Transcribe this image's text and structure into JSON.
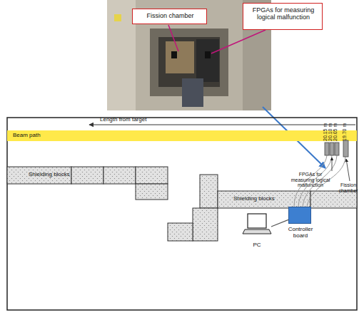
{
  "diagram": {
    "nodes": [
      {
        "text": [
          "Fission chamber"
        ]
      },
      {
        "text": [
          "FPGAs for measuring logical malfunction"
        ]
      },
      {
        "text": [
          "Beam path"
        ]
      },
      {
        "text": [
          "Shielding blocks"
        ]
      },
      {
        "text": [
          "Shielding blocks"
        ]
      },
      {
        "text": [
          "PC"
        ]
      },
      {
        "text": [
          "Controller board"
        ]
      }
    ],
    "edges": [
      {
        "from": 5,
        "to": 6,
        "arrow": "none"
      }
    ],
    "labels": [
      "Length from target",
      "20.15 m",
      "20.10 m",
      "20.05 m",
      "19.70 m",
      "FPGAs for measuring logical malfunction",
      "Fission chamber"
    ]
  }
}
